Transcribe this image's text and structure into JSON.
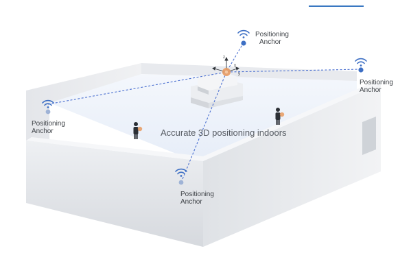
{
  "diagram": {
    "headline": "Accurate 3D positioning indoors",
    "anchors": [
      {
        "line1": "Positioning",
        "line2": "Anchor"
      },
      {
        "line1": "Positioning",
        "line2": "Anchor"
      },
      {
        "line1": "Positioning",
        "line2": "Anchor"
      },
      {
        "line1": "Positioning",
        "line2": "Anchor"
      }
    ],
    "axis_labels": {
      "z": "z",
      "x": "x",
      "y": "y"
    },
    "colors": {
      "anchor_blue": "#3d6fc4",
      "signal_line": "#4a6fd0",
      "floor": "#edf2fa",
      "wall_front": "#dfe2e7",
      "wall_side": "#e9ebef",
      "tag_orange": "#e89a5f"
    },
    "icons": [
      "wifi-icon",
      "person-icon",
      "position-tag-icon"
    ]
  }
}
